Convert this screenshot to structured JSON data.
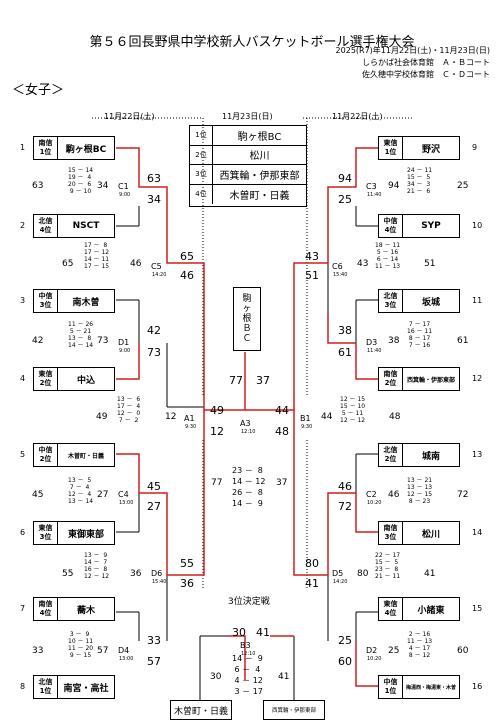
{
  "title": "第５６回長野県中学校新人バスケットボール選手権大会",
  "header": {
    "dates": "2025(R7)年11月22日(土)・11月23日(日)",
    "venue1": "しらかば社会体育館　Ａ・Ｂコート",
    "venue2": "佐久穂中学校体育館　Ｃ・Ｄコート"
  },
  "section": "＜女子＞",
  "days": {
    "left": "11月22日(土)",
    "center": "11月23日(日)",
    "right": "11月22日(土)"
  },
  "results": [
    {
      "rank": "1位",
      "team": "駒ヶ根BC"
    },
    {
      "rank": "2位",
      "team": "松川"
    },
    {
      "rank": "3位",
      "team": "西箕輪・伊那東部"
    },
    {
      "rank": "4位",
      "team": "木曽町・日義"
    }
  ],
  "champion": [
    "駒",
    "ヶ",
    "根",
    "Ｂ",
    "Ｃ"
  ],
  "third_place_label": "3位決定戦",
  "left_teams": [
    {
      "no": "1",
      "r1": "南信",
      "r2": "1位",
      "name": "駒ヶ根BC"
    },
    {
      "no": "2",
      "r1": "北信",
      "r2": "4位",
      "name": "NSCT"
    },
    {
      "no": "3",
      "r1": "中信",
      "r2": "3位",
      "name": "南木曽"
    },
    {
      "no": "4",
      "r1": "東信",
      "r2": "2位",
      "name": "中込"
    },
    {
      "no": "5",
      "r1": "中信",
      "r2": "2位",
      "name": "木曽町・日義"
    },
    {
      "no": "6",
      "r1": "東信",
      "r2": "3位",
      "name": "東御東部"
    },
    {
      "no": "7",
      "r1": "南信",
      "r2": "4位",
      "name": "蕎木"
    },
    {
      "no": "8",
      "r1": "北信",
      "r2": "1位",
      "name": "南宮・高社"
    }
  ],
  "right_teams": [
    {
      "no": "9",
      "r1": "東信",
      "r2": "1位",
      "name": "野沢"
    },
    {
      "no": "10",
      "r1": "中信",
      "r2": "4位",
      "name": "SYP"
    },
    {
      "no": "11",
      "r1": "北信",
      "r2": "3位",
      "name": "坂城"
    },
    {
      "no": "12",
      "r1": "南信",
      "r2": "2位",
      "name": "西箕輪・伊那東部"
    },
    {
      "no": "13",
      "r1": "北信",
      "r2": "2位",
      "name": "城南"
    },
    {
      "no": "14",
      "r1": "南信",
      "r2": "3位",
      "name": "松川"
    },
    {
      "no": "15",
      "r1": "東信",
      "r2": "4位",
      "name": "小諸東"
    },
    {
      "no": "16",
      "r1": "中信",
      "r2": "1位",
      "name": "梅湯西・梅湯東・木曽"
    }
  ],
  "games": {
    "c1": {
      "code": "C1",
      "time": "9:00",
      "s1": "63",
      "s2": "34",
      "q": "15 － 14\n19 －  4\n20 －  6\n 9 － 10",
      "hi": "63",
      "lo": "34"
    },
    "c5": {
      "code": "C5",
      "time": "14:20",
      "s1": "65",
      "s2": "46",
      "q": "17 －  8\n17 － 12\n14 － 11\n17 － 15",
      "hi": "65",
      "lo": "46"
    },
    "d1": {
      "code": "D1",
      "time": "9:00",
      "s1": "42",
      "s2": "73",
      "q": "11 － 26\n 5 － 21\n13 －  8\n14 － 14",
      "hi": "42",
      "lo": "73"
    },
    "a1": {
      "code": "A1",
      "time": "9:30",
      "s1": "49",
      "s2": "12",
      "q": "13 －  6\n17 －  4\n12 －  0\n 7 －  2"
    },
    "a3": {
      "code": "A3",
      "time": "12:10",
      "s1": "77",
      "s2": "37",
      "q": "23 －  8\n14 － 12\n26 －  8\n14 －  9"
    },
    "b1": {
      "code": "B1",
      "time": "9:30",
      "s1": "44",
      "s2": "48",
      "q": "12 － 15\n15 － 10\n 5 － 11\n12 － 12"
    },
    "c4": {
      "code": "C4",
      "time": "13:00",
      "s1": "45",
      "s2": "27",
      "q": "13 －  5\n 7 －  4\n12 －  4\n13 － 14"
    },
    "d6": {
      "code": "D6",
      "time": "15:40",
      "s1": "55",
      "s2": "36",
      "q": "13 －  9\n14 －  7\n16 －  8\n12 － 12"
    },
    "d4": {
      "code": "D4",
      "time": "13:00",
      "s1": "33",
      "s2": "57",
      "q": " 3 －  9\n10 － 11\n11 － 20\n 9 － 15"
    },
    "c3": {
      "code": "C3",
      "time": "11:40",
      "s1": "94",
      "s2": "25",
      "q": "24 － 11\n15 －  5\n34 －  3\n21 －  6"
    },
    "c6": {
      "code": "C6",
      "time": "15:40",
      "s1": "43",
      "s2": "51",
      "q": "18 － 11\n 5 － 16\n 6 － 14\n11 － 13"
    },
    "d3": {
      "code": "D3",
      "time": "11:40",
      "s1": "38",
      "s2": "61",
      "q": " 7 － 17\n16 － 11\n 8 － 17\n 7 － 16"
    },
    "c2": {
      "code": "C2",
      "time": "10:20",
      "s1": "46",
      "s2": "72",
      "q": "13 － 21\n13 － 13\n12 － 15\n 8 － 23"
    },
    "d5": {
      "code": "D5",
      "time": "14:20",
      "s1": "80",
      "s2": "41",
      "q": "22 － 17\n15 －  5\n23 －  8\n21 － 11"
    },
    "d2": {
      "code": "D2",
      "time": "10:20",
      "s1": "25",
      "s2": "60",
      "q": " 2 － 16\n11 － 13\n 4 － 17\n 8 － 12"
    },
    "b3": {
      "code": "B3",
      "time": "12:10",
      "s1": "30",
      "s2": "41",
      "q": "14 －  9\n 6 －  4\n 4 － 12\n 3 － 17"
    }
  },
  "bronze_teams": {
    "left": "木曽町・日義",
    "right": "西箕輪・伊那東部"
  },
  "line_colors": {
    "win": "#d21f1f",
    "normal": "#000000"
  }
}
